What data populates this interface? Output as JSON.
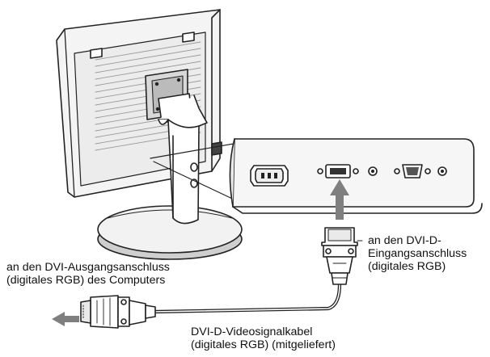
{
  "labels": {
    "dvi_input": {
      "line1": "an den DVI-D-",
      "line2": "Eingangsanschluss",
      "line3": "(digitales RGB)"
    },
    "dvi_output": {
      "line1": "an den DVI-Ausgangsanschluss",
      "line2": "(digitales RGB) des Computers"
    },
    "cable": {
      "line1": "DVI-D-Videosignalkabel",
      "line2": "(digitales RGB) (mitgeliefert)"
    }
  },
  "colors": {
    "line": "#222222",
    "arrow": "#7f7f7f",
    "monitor_fill": "#f4f4f4",
    "panel_fill": "#f6f6f6",
    "shadow": "#d4d4d4"
  }
}
